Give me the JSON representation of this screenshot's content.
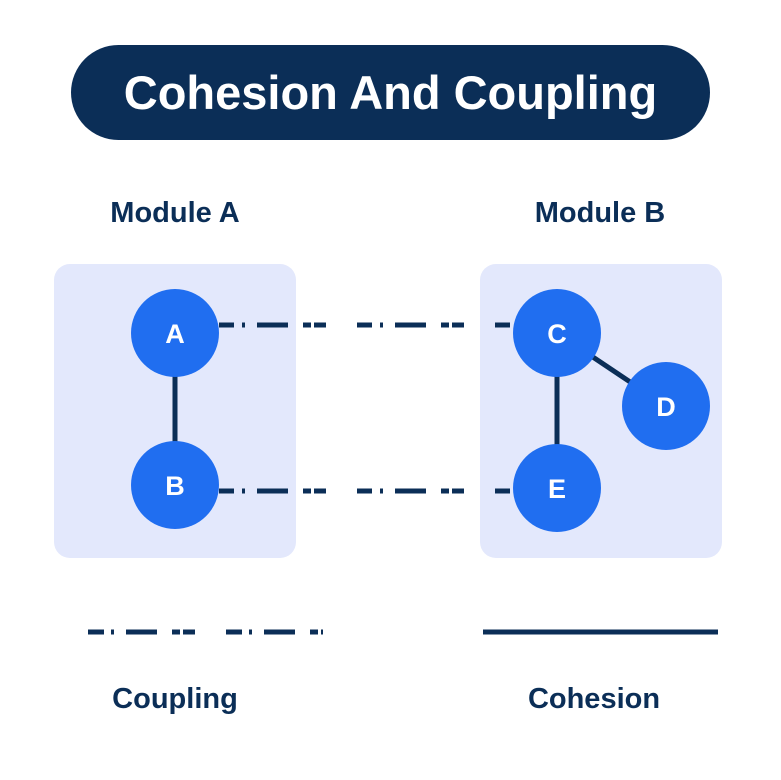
{
  "title": "Cohesion And Coupling",
  "modules": [
    {
      "name": "Module A",
      "nodes": [
        "A",
        "B"
      ]
    },
    {
      "name": "Module B",
      "nodes": [
        "C",
        "D",
        "E"
      ]
    }
  ],
  "edges": {
    "cohesion": [
      [
        "A",
        "B"
      ],
      [
        "C",
        "E"
      ],
      [
        "C",
        "D"
      ]
    ],
    "coupling": [
      [
        "A",
        "C"
      ],
      [
        "B",
        "E"
      ]
    ]
  },
  "legend": {
    "coupling": "Coupling",
    "cohesion": "Cohesion"
  },
  "colors": {
    "navy": "#0B2E57",
    "node": "#206EF0",
    "module_bg": "#E3E8FC"
  }
}
